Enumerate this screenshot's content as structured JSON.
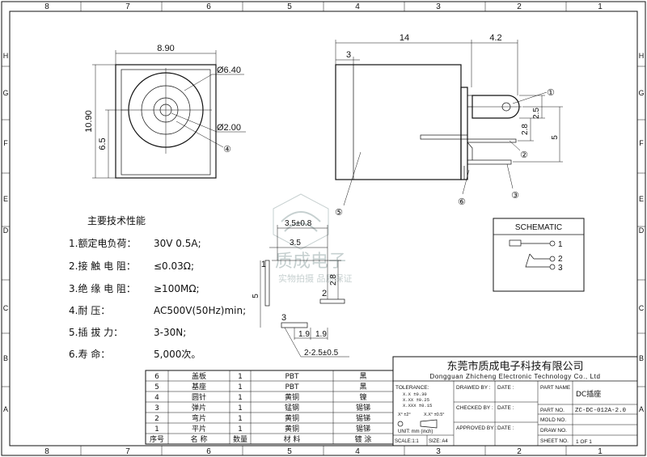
{
  "frame": {
    "col_marks_top": [
      "8",
      "7",
      "6",
      "5",
      "4",
      "3",
      "2",
      "1"
    ],
    "col_marks_bottom": [
      "8",
      "7",
      "6",
      "5",
      "4",
      "3",
      "2",
      "1"
    ],
    "row_marks": [
      "H",
      "G",
      "F",
      "E",
      "D",
      "C",
      "B",
      "A"
    ]
  },
  "front_view": {
    "width": "8.90",
    "height": "10.90",
    "offset": "6.5",
    "outer_diameter": "Ø6.40",
    "inner_diameter": "Ø2.00",
    "callout": "④"
  },
  "side_view": {
    "total_length": "14",
    "tail_length": "4.2",
    "front_step": "3",
    "dim_2_5": "2.5",
    "dim_2_8": "2.8",
    "dim_5": "5",
    "callouts": [
      "①",
      "②",
      "③",
      "⑤",
      "⑥"
    ]
  },
  "bottom_view": {
    "dim_a": "3.5±0.8",
    "dim_b": "3.5",
    "dim_c": "2.8",
    "dim_d": "5",
    "dim_e": "1.9",
    "dim_f": "1.9",
    "pin_count_note": "2-2.5±0.5",
    "pin_labels": [
      "1",
      "2",
      "3"
    ]
  },
  "watermark": {
    "logo_text": "质成电子",
    "tagline": "实物拍摄 品质保证"
  },
  "schematic": {
    "title": "SCHEMATIC",
    "pins": [
      "1",
      "2",
      "3"
    ]
  },
  "specs": {
    "heading": "主要技术性能",
    "items": [
      {
        "label": "1.额定电负荷：",
        "value": "30V 0.5A;"
      },
      {
        "label": "2.接 触 电 阻：",
        "value": "≤0.03Ω;"
      },
      {
        "label": "3.绝 缘 电 阻：",
        "value": "≥100MΩ;"
      },
      {
        "label": "4.耐          压：",
        "value": "AC500V(50Hz)min;"
      },
      {
        "label": "5.插   拔    力：",
        "value": "3-30N;"
      },
      {
        "label": "6.寿          命：",
        "value": "5,000次。"
      }
    ]
  },
  "bom": {
    "headers": [
      "序号",
      "名  称",
      "数量",
      "材    料",
      "镀    涂"
    ],
    "rows": [
      [
        "6",
        "盖板",
        "1",
        "PBT",
        "黑"
      ],
      [
        "5",
        "基座",
        "1",
        "PBT",
        "黑"
      ],
      [
        "4",
        "圆针",
        "1",
        "黄铜",
        "镍"
      ],
      [
        "3",
        "弹片",
        "1",
        "锰钢",
        "锡锑"
      ],
      [
        "2",
        "弯片",
        "1",
        "黄铜",
        "锡锑"
      ],
      [
        "1",
        "平片",
        "1",
        "黄铜",
        "锡锑"
      ]
    ]
  },
  "title_block": {
    "company_cn": "东莞市质成电子科技有限公司",
    "company_en": "Dongguan Zhicheng Electronic Technology Co., Ltd",
    "tolerance_label": "TOLERANCE:",
    "tol_x": "X.X   ±0.30",
    "tol_xx": "X.XX  ±0.25",
    "tol_xxx": "X.XXX ±0.15",
    "angle_1": "X° ±2°",
    "angle_2": "X.X° ±0.5°",
    "unit": "UNIT:  mm  (inch)",
    "scale": "SCALE:1:1",
    "size": "SIZE: A4",
    "drawn_by": "DRAWED BY :",
    "checked_by": "CHECKED BY :",
    "approved_by": "APPROVED BY :",
    "date1": "DATE :",
    "date2": "DATE :",
    "date3": "DATE :",
    "part_name_label": "PART NAME",
    "part_name": "DC插座",
    "part_no_label": "PART NO.",
    "part_no": "ZC-DC-012A-2.0",
    "mold_no_label": "MOLD NO.",
    "draw_no_label": "DRAW NO.",
    "sheet_no_label": "SHEET NO.",
    "sheet_no": "1 OF 1"
  }
}
